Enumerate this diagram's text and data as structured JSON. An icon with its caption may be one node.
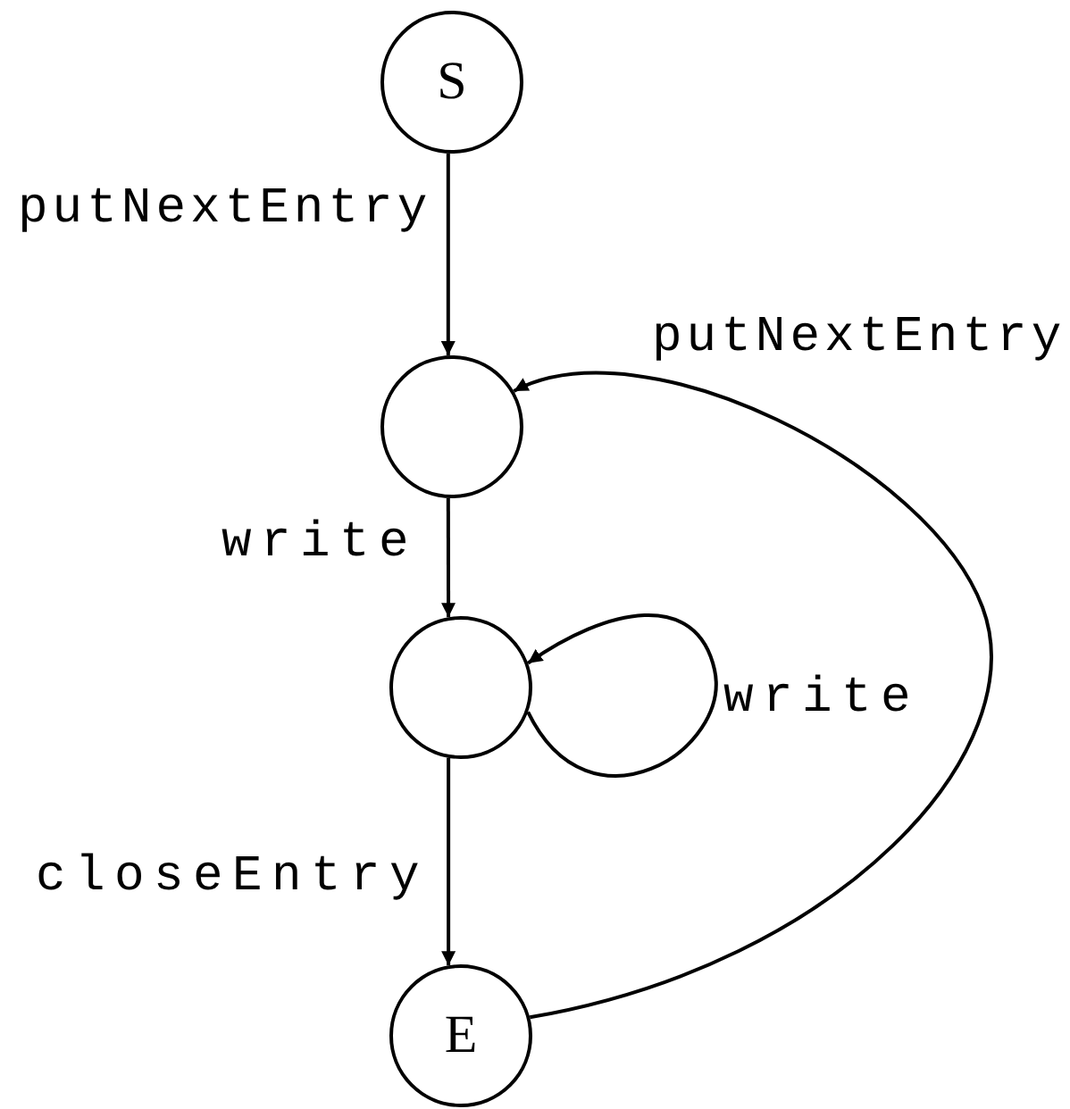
{
  "diagram": {
    "nodes": [
      {
        "text": [
          "S"
        ]
      },
      {
        "text": [],
        "shape": "circle"
      },
      {
        "text": [],
        "shape": "circle"
      },
      {
        "text": [
          "E"
        ]
      }
    ],
    "edges": [
      {
        "from": 0,
        "to": 1,
        "arrow": "to",
        "label": "putNextEntry"
      },
      {
        "from": 1,
        "to": 2,
        "arrow": "to",
        "label": "write"
      },
      {
        "from": 2,
        "to": 2,
        "arrow": "to",
        "label": "write"
      },
      {
        "from": 2,
        "to": 3,
        "arrow": "to",
        "label": "closeEntry"
      },
      {
        "from": 3,
        "to": 1,
        "arrow": "to",
        "label": "putNextEntry"
      }
    ]
  }
}
